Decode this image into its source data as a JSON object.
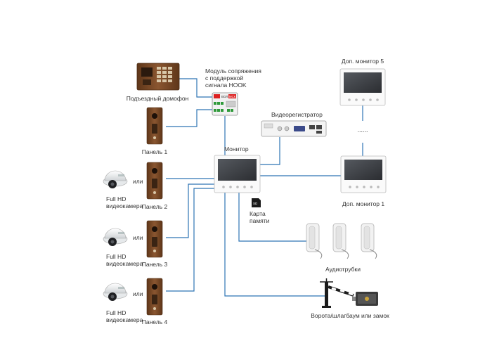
{
  "labels": {
    "entrance_intercom": "Подъездный домофон",
    "interface_module": "Модуль сопряжения\nс поддержкой\nсигнала HOOK",
    "video_recorder": "Видеорегистратор",
    "monitor": "Монитор",
    "extra_monitor_5": "Доп. монитор 5",
    "extra_monitor_1": "Доп. монитор 1",
    "ellipsis": "......",
    "panel_1": "Панель 1",
    "panel_2": "Панель 2",
    "panel_3": "Панель 3",
    "panel_4": "Панель 4",
    "or_1": "или",
    "or_2": "или",
    "or_3": "или",
    "camera_1": "Full HD\nвидеокамера",
    "camera_2": "Full HD\nвидеокамера",
    "camera_3": "Full HD\nвидеокамера",
    "memory_card": "Карта\nпамяти",
    "handsets": "Аудиотрубки",
    "gate_lock": "Ворота/шлагбаум или замок"
  },
  "device_text": {
    "module_brand": "ВОЛ",
    "module_tag": "МСК",
    "sd_card": "SD"
  },
  "colors": {
    "wire": "#2e74b5",
    "text": "#333333",
    "panel_brown": "#7a4a28",
    "monitor_screen": "#3a3d42"
  }
}
